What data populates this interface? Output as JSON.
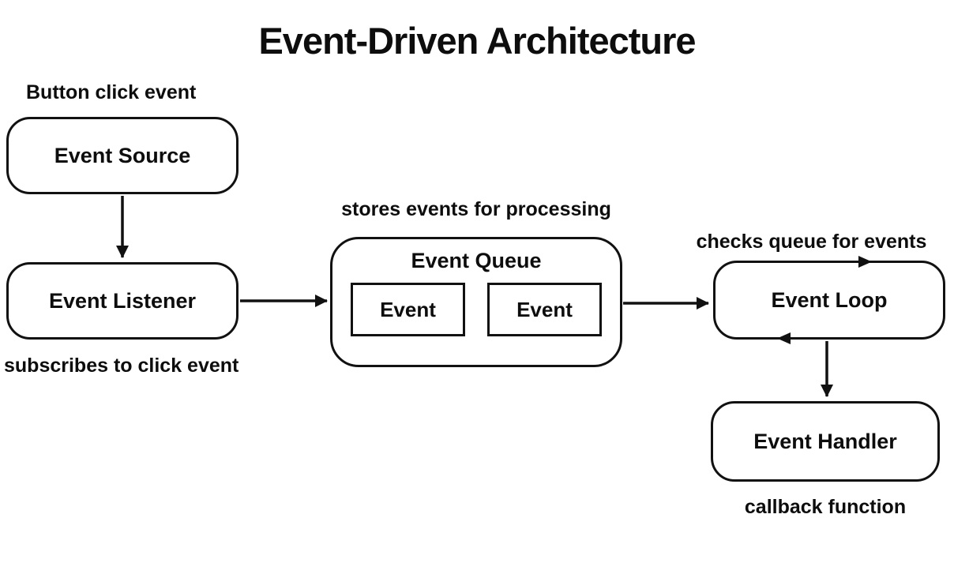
{
  "title": "Event-Driven Architecture",
  "colors": {
    "stroke": "#111111",
    "text": "#0d0d0d",
    "background": "#ffffff"
  },
  "nodes": {
    "event_source": {
      "label": "Event Source",
      "annotation": "Button click event"
    },
    "event_listener": {
      "label": "Event Listener",
      "annotation": "subscribes to click event"
    },
    "event_queue": {
      "label": "Event Queue",
      "annotation": "stores events for processing",
      "items": [
        "Event",
        "Event"
      ]
    },
    "event_loop": {
      "label": "Event Loop",
      "annotation": "checks queue for events"
    },
    "event_handler": {
      "label": "Event Handler",
      "annotation": "callback function"
    }
  },
  "edges": [
    {
      "from": "event_source",
      "to": "event_listener",
      "direction": "down"
    },
    {
      "from": "event_listener",
      "to": "event_queue",
      "direction": "right"
    },
    {
      "from": "event_queue",
      "to": "event_loop",
      "direction": "right"
    },
    {
      "from": "event_loop",
      "to": "event_loop",
      "direction": "self-loop"
    },
    {
      "from": "event_loop",
      "to": "event_handler",
      "direction": "down"
    }
  ]
}
